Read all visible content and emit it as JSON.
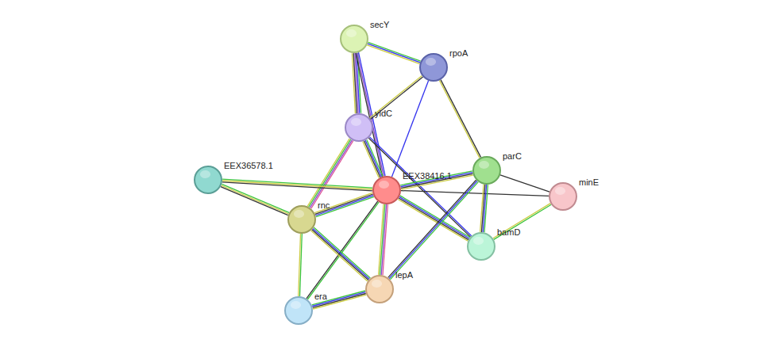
{
  "diagram": {
    "nodes": [
      {
        "text": [
          "secY"
        ]
      },
      {
        "text": [
          "rpoA"
        ]
      },
      {
        "text": [
          "yidC"
        ]
      },
      {
        "text": [
          "parC"
        ]
      },
      {
        "text": [
          "EEX36578.1"
        ]
      },
      {
        "text": [
          "EEX38416.1"
        ]
      },
      {
        "text": [
          "minE"
        ]
      },
      {
        "text": [
          "rnc"
        ]
      },
      {
        "text": [
          "bamD"
        ]
      },
      {
        "text": [
          "lepA"
        ]
      },
      {
        "text": [
          "era"
        ]
      }
    ],
    "edges": [
      {
        "from": 0,
        "to": 1,
        "arrow": "none"
      },
      {
        "from": 0,
        "to": 2,
        "arrow": "none"
      },
      {
        "from": 0,
        "to": 5,
        "arrow": "none"
      },
      {
        "from": 1,
        "to": 2,
        "arrow": "none"
      },
      {
        "from": 1,
        "to": 5,
        "arrow": "none"
      },
      {
        "from": 1,
        "to": 3,
        "arrow": "none"
      },
      {
        "from": 2,
        "to": 5,
        "arrow": "none"
      },
      {
        "from": 2,
        "to": 7,
        "arrow": "none"
      },
      {
        "from": 2,
        "to": 8,
        "arrow": "none"
      },
      {
        "from": 4,
        "to": 5,
        "arrow": "none"
      },
      {
        "from": 4,
        "to": 7,
        "arrow": "none"
      },
      {
        "from": 5,
        "to": 7,
        "arrow": "none"
      },
      {
        "from": 5,
        "to": 3,
        "arrow": "none"
      },
      {
        "from": 5,
        "to": 6,
        "arrow": "none"
      },
      {
        "from": 5,
        "to": 8,
        "arrow": "none"
      },
      {
        "from": 5,
        "to": 9,
        "arrow": "none"
      },
      {
        "from": 5,
        "to": 10,
        "arrow": "none"
      },
      {
        "from": 3,
        "to": 6,
        "arrow": "none"
      },
      {
        "from": 3,
        "to": 8,
        "arrow": "none"
      },
      {
        "from": 3,
        "to": 9,
        "arrow": "none"
      },
      {
        "from": 6,
        "to": 8,
        "arrow": "none"
      },
      {
        "from": 7,
        "to": 9,
        "arrow": "none"
      },
      {
        "from": 7,
        "to": 10,
        "arrow": "none"
      },
      {
        "from": 10,
        "to": 9,
        "arrow": "none"
      }
    ]
  }
}
